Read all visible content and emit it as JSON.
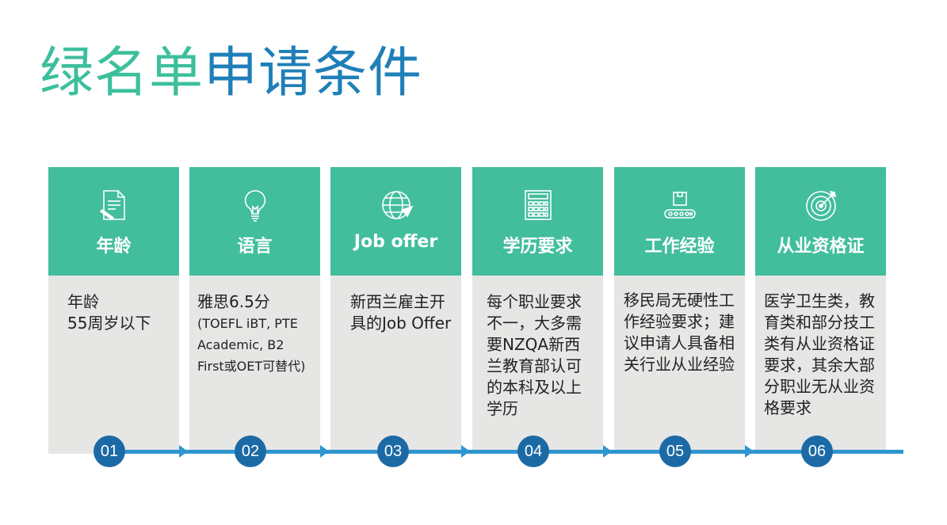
{
  "title": {
    "part1": "绿名单",
    "part2": "申请条件"
  },
  "colors": {
    "accent_green": "#42be9d",
    "accent_blue": "#1f7fb8",
    "card_body": "#e6e6e5",
    "number_circle": "#1c6aa5"
  },
  "cards": [
    {
      "number": "01",
      "icon": "document-pen-icon",
      "title": "年龄",
      "line1": "年龄",
      "line2": "55周岁以下"
    },
    {
      "number": "02",
      "icon": "lightbulb-icon",
      "title": "语言",
      "line1": "雅思6.5分",
      "line2": "(TOEFL iBT, PTE Academic, B2 First或OET可替代)"
    },
    {
      "number": "03",
      "icon": "globe-arrow-icon",
      "title": "Job offer",
      "line1": "新西兰雇主开具的Job Offer",
      "line2": ""
    },
    {
      "number": "04",
      "icon": "calculator-icon",
      "title": "学历要求",
      "line1": "每个职业要求不一，大多需要NZQA新西兰教育部认可的本科及以上学历",
      "line2": ""
    },
    {
      "number": "05",
      "icon": "conveyor-box-icon",
      "title": "工作经验",
      "line1": "移民局无硬性工作经验要求；建议申请人具备相关行业从业经验",
      "line2": ""
    },
    {
      "number": "06",
      "icon": "target-arrow-icon",
      "title": "从业资格证",
      "line1": "医学卫生类，教育类和部分技工类有从业资格证要求，其余大部分职业无从业资格要求",
      "line2": ""
    }
  ]
}
